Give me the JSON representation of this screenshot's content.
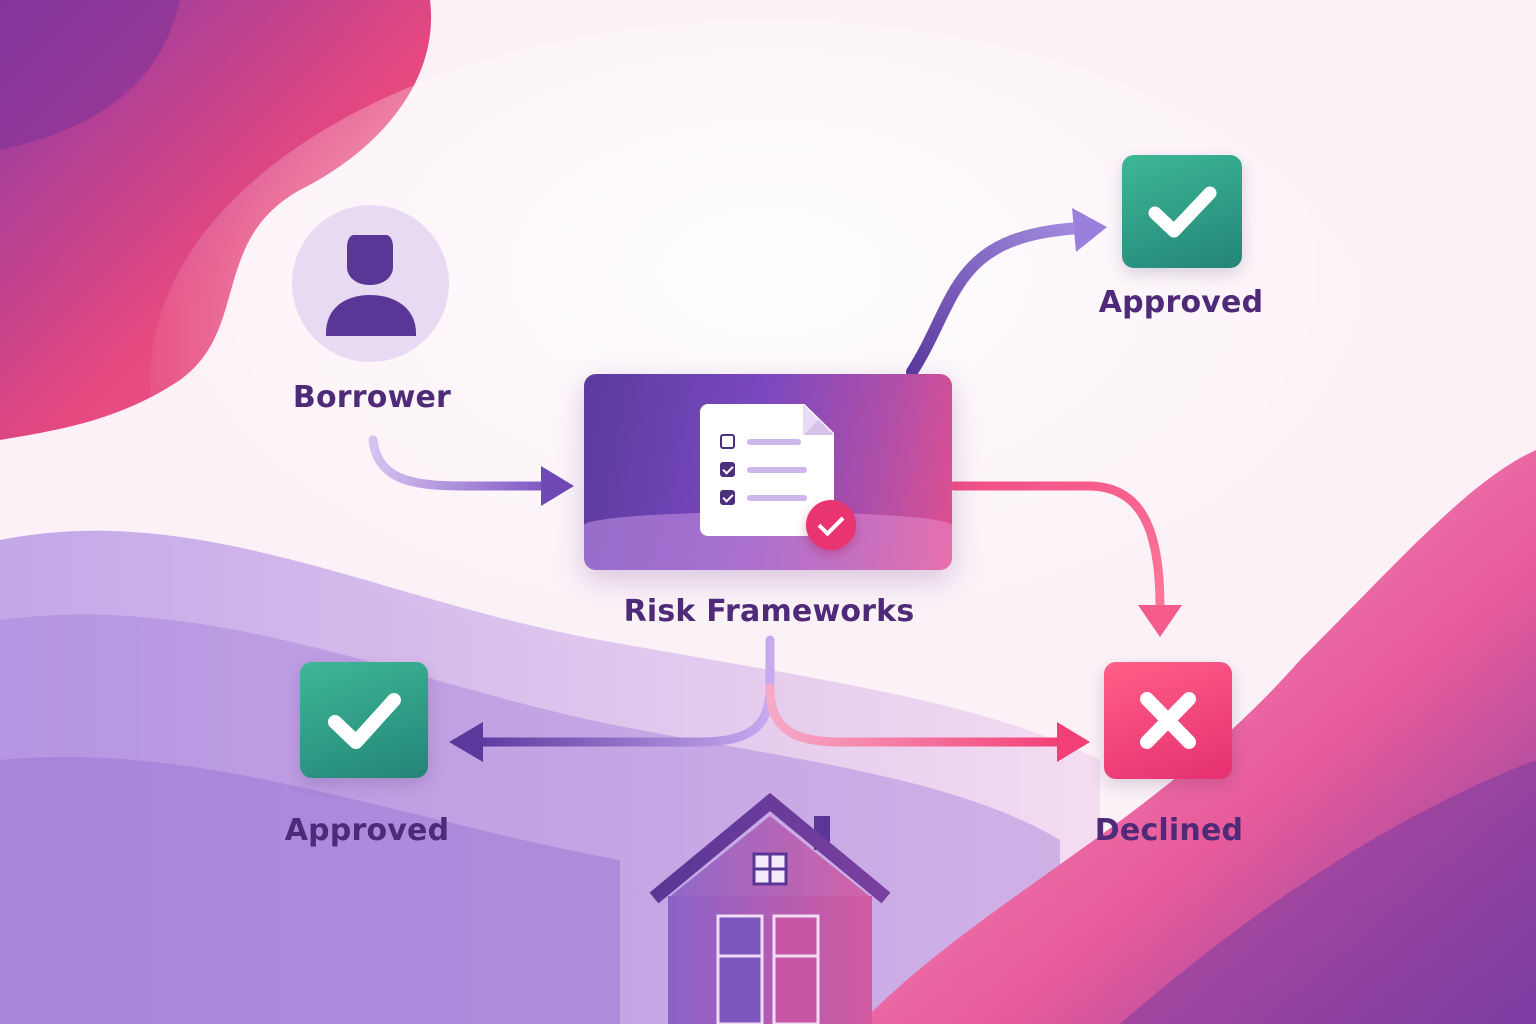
{
  "nodes": {
    "borrower": {
      "label": "Borrower"
    },
    "frameworks": {
      "label": "Risk Frameworks"
    },
    "approved_top": {
      "label": "Approved"
    },
    "approved_bottom": {
      "label": "Approved"
    },
    "declined": {
      "label": "Declined"
    }
  },
  "icons": {
    "borrower": "person-icon",
    "frameworks": "checklist-document-icon",
    "approved": "checkmark-icon",
    "declined": "x-mark-icon",
    "home": "house-icon"
  },
  "colors": {
    "label_text": "#4f2a78",
    "approved": "#2e9c86",
    "declined": "#f23f76",
    "primary_purple": "#6a45b2",
    "accent_pink": "#e8356f"
  }
}
